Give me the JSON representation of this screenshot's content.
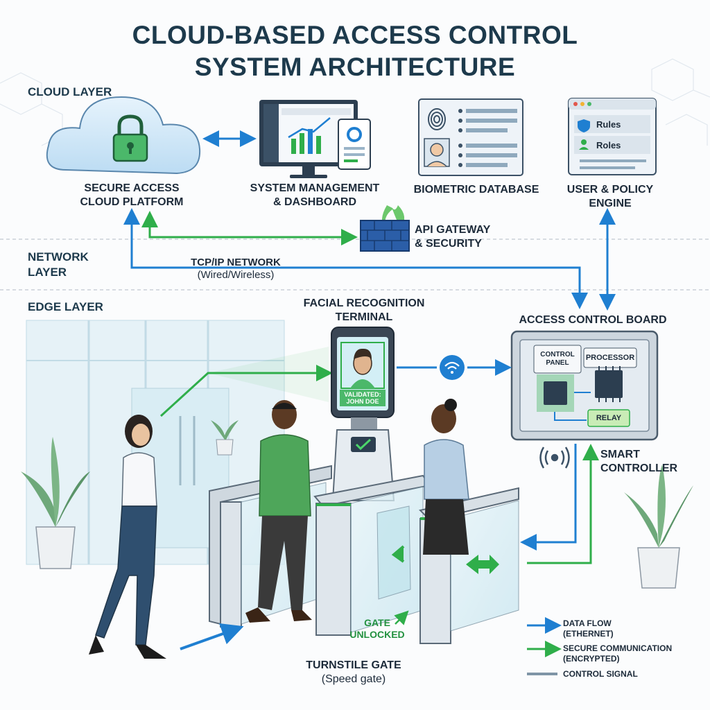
{
  "title_line1": "CLOUD-BASED ACCESS CONTROL",
  "title_line2": "SYSTEM ARCHITECTURE",
  "layers": {
    "cloud": "CLOUD LAYER",
    "network_line1": "NETWORK",
    "network_line2": "LAYER",
    "edge": "EDGE LAYER"
  },
  "cloud": {
    "platform_line1": "SECURE ACCESS",
    "platform_line2": "CLOUD PLATFORM",
    "dashboard_line1": "SYSTEM MANAGEMENT",
    "dashboard_line2": "& DASHBOARD",
    "biometric": "BIOMETRIC DATABASE",
    "policy_line1": "USER & POLICY",
    "policy_line2": "ENGINE",
    "policy_rules": "Rules",
    "policy_roles": "Roles"
  },
  "network": {
    "gateway_line1": "API GATEWAY",
    "gateway_line2": "& SECURITY",
    "tcp_line1": "TCP/IP NETWORK",
    "tcp_line2": "(Wired/Wireless)"
  },
  "edge": {
    "terminal_line1": "FACIAL RECOGNITION",
    "terminal_line2": "TERMINAL",
    "validated_line1": "VALIDATED:",
    "validated_line2": "JOHN DOE",
    "board": "ACCESS CONTROL BOARD",
    "control_panel_line1": "CONTROL",
    "control_panel_line2": "PANEL",
    "processor": "PROCESSOR",
    "relay": "RELAY",
    "smart_line1": "SMART",
    "smart_line2": "CONTROLLER",
    "gate_line1": "GATE",
    "gate_line2": "UNLOCKED",
    "turnstile_line1": "TURNSTILE GATE",
    "turnstile_line2": "(Speed gate)"
  },
  "legend": [
    {
      "line1": "DATA FLOW",
      "line2": "(ETHERNET)",
      "color": "#1f7fd1"
    },
    {
      "line1": "SECURE COMMUNICATION",
      "line2": "(ENCRYPTED)",
      "color": "#2fae4a"
    },
    {
      "line1": "CONTROL SIGNAL",
      "line2": "",
      "color": "#7f95a6"
    }
  ],
  "colors": {
    "data_flow": "#1f7fd1",
    "secure": "#2fae4a",
    "control": "#7f95a6",
    "title": "#1d3a4c"
  },
  "icons": [
    "lock-icon",
    "chart-icon",
    "fingerprint-icon",
    "face-icon",
    "shield-icon",
    "user-icon",
    "firewall-icon",
    "wifi-icon",
    "rfid-icon",
    "chip-icon",
    "checkmark-icon"
  ]
}
